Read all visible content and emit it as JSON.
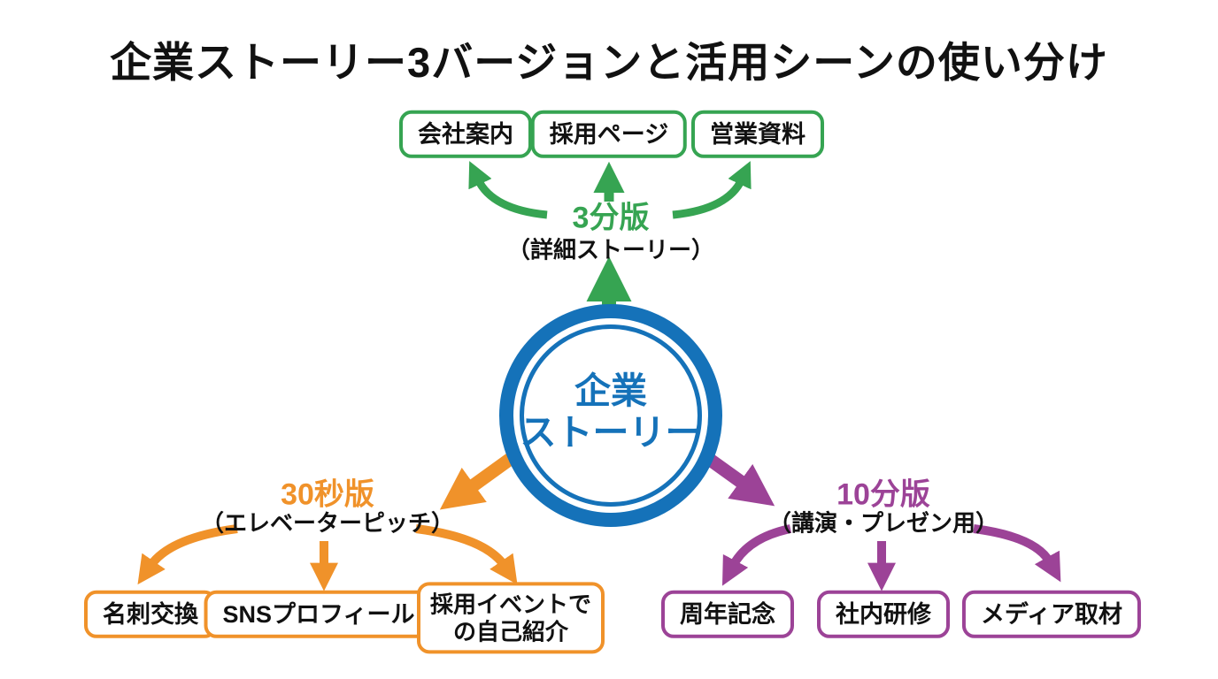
{
  "title": "企業ストーリー3バージョンと活用シーンの使い分け",
  "colors": {
    "green": "#36a452",
    "blue": "#1572b9",
    "orange": "#f0922a",
    "purple": "#9c4397",
    "text": "#111111",
    "background": "#ffffff"
  },
  "hub": {
    "line1": "企業",
    "line2": "ストーリー"
  },
  "branches": [
    {
      "id": "three-minute",
      "version": "3分版",
      "subtitle": "（詳細ストーリー）",
      "color": "#36a452",
      "scenes": [
        "会社案内",
        "採用ページ",
        "営業資料"
      ]
    },
    {
      "id": "thirty-second",
      "version": "30秒版",
      "subtitle": "（エレベーターピッチ）",
      "color": "#f0922a",
      "scenes": [
        "名刺交換",
        "SNSプロフィール",
        "採用イベントでの自己紹介"
      ]
    },
    {
      "id": "ten-minute",
      "version": "10分版",
      "subtitle": "（講演・プレゼン用）",
      "color": "#9c4397",
      "scenes": [
        "周年記念",
        "社内研修",
        "メディア取材"
      ]
    }
  ]
}
